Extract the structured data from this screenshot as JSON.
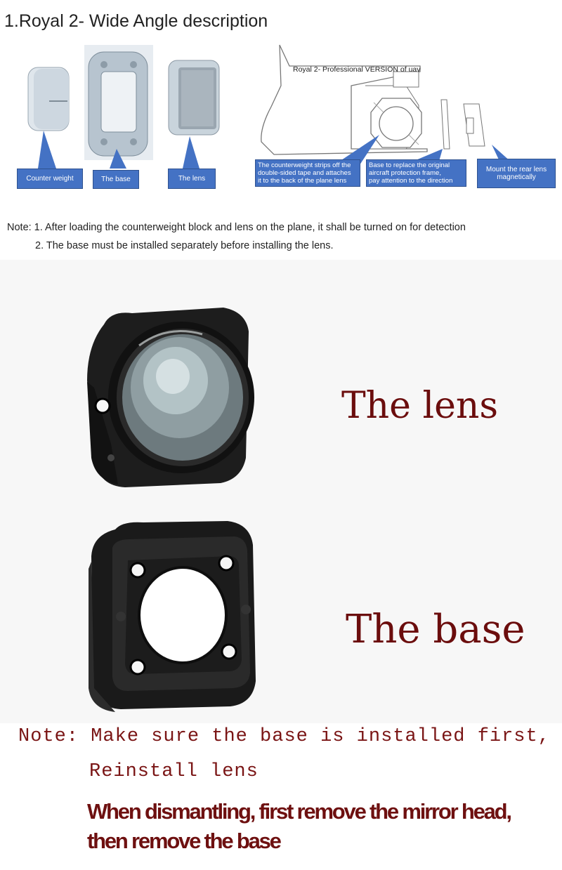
{
  "header": {
    "title": "1.Royal 2- Wide Angle description"
  },
  "diagram_left": {
    "labels": [
      "Counter weight",
      "The base",
      "The lens"
    ]
  },
  "diagram_right": {
    "caption": "Royal 2- Professional VERSION of uav",
    "label_a": [
      "The counterweight strips off the",
      "double-sided tape and attaches",
      "it to the back of the plane lens"
    ],
    "label_b": [
      "Base to replace the original",
      "aircraft protection frame,",
      "pay attention to the direction"
    ],
    "label_c": [
      "Mount the rear lens",
      "magnetically"
    ]
  },
  "notes": {
    "line1": "Note: 1. After loading the counterweight block and lens on the plane, it shall be turned on for detection",
    "line2": "2. The base must be installed separately before installing the lens."
  },
  "product": {
    "lens_title": "The lens",
    "base_title": "The base"
  },
  "bottom_note": {
    "line1": "Note: Make sure the base is installed first,",
    "line2": "Reinstall lens",
    "bold1": "When dismantling, first remove the mirror  head,",
    "bold2": "then remove the base"
  },
  "colors": {
    "label_blue": "#4472c4",
    "title_red": "#6b0d0d",
    "note_red": "#7a1515"
  }
}
